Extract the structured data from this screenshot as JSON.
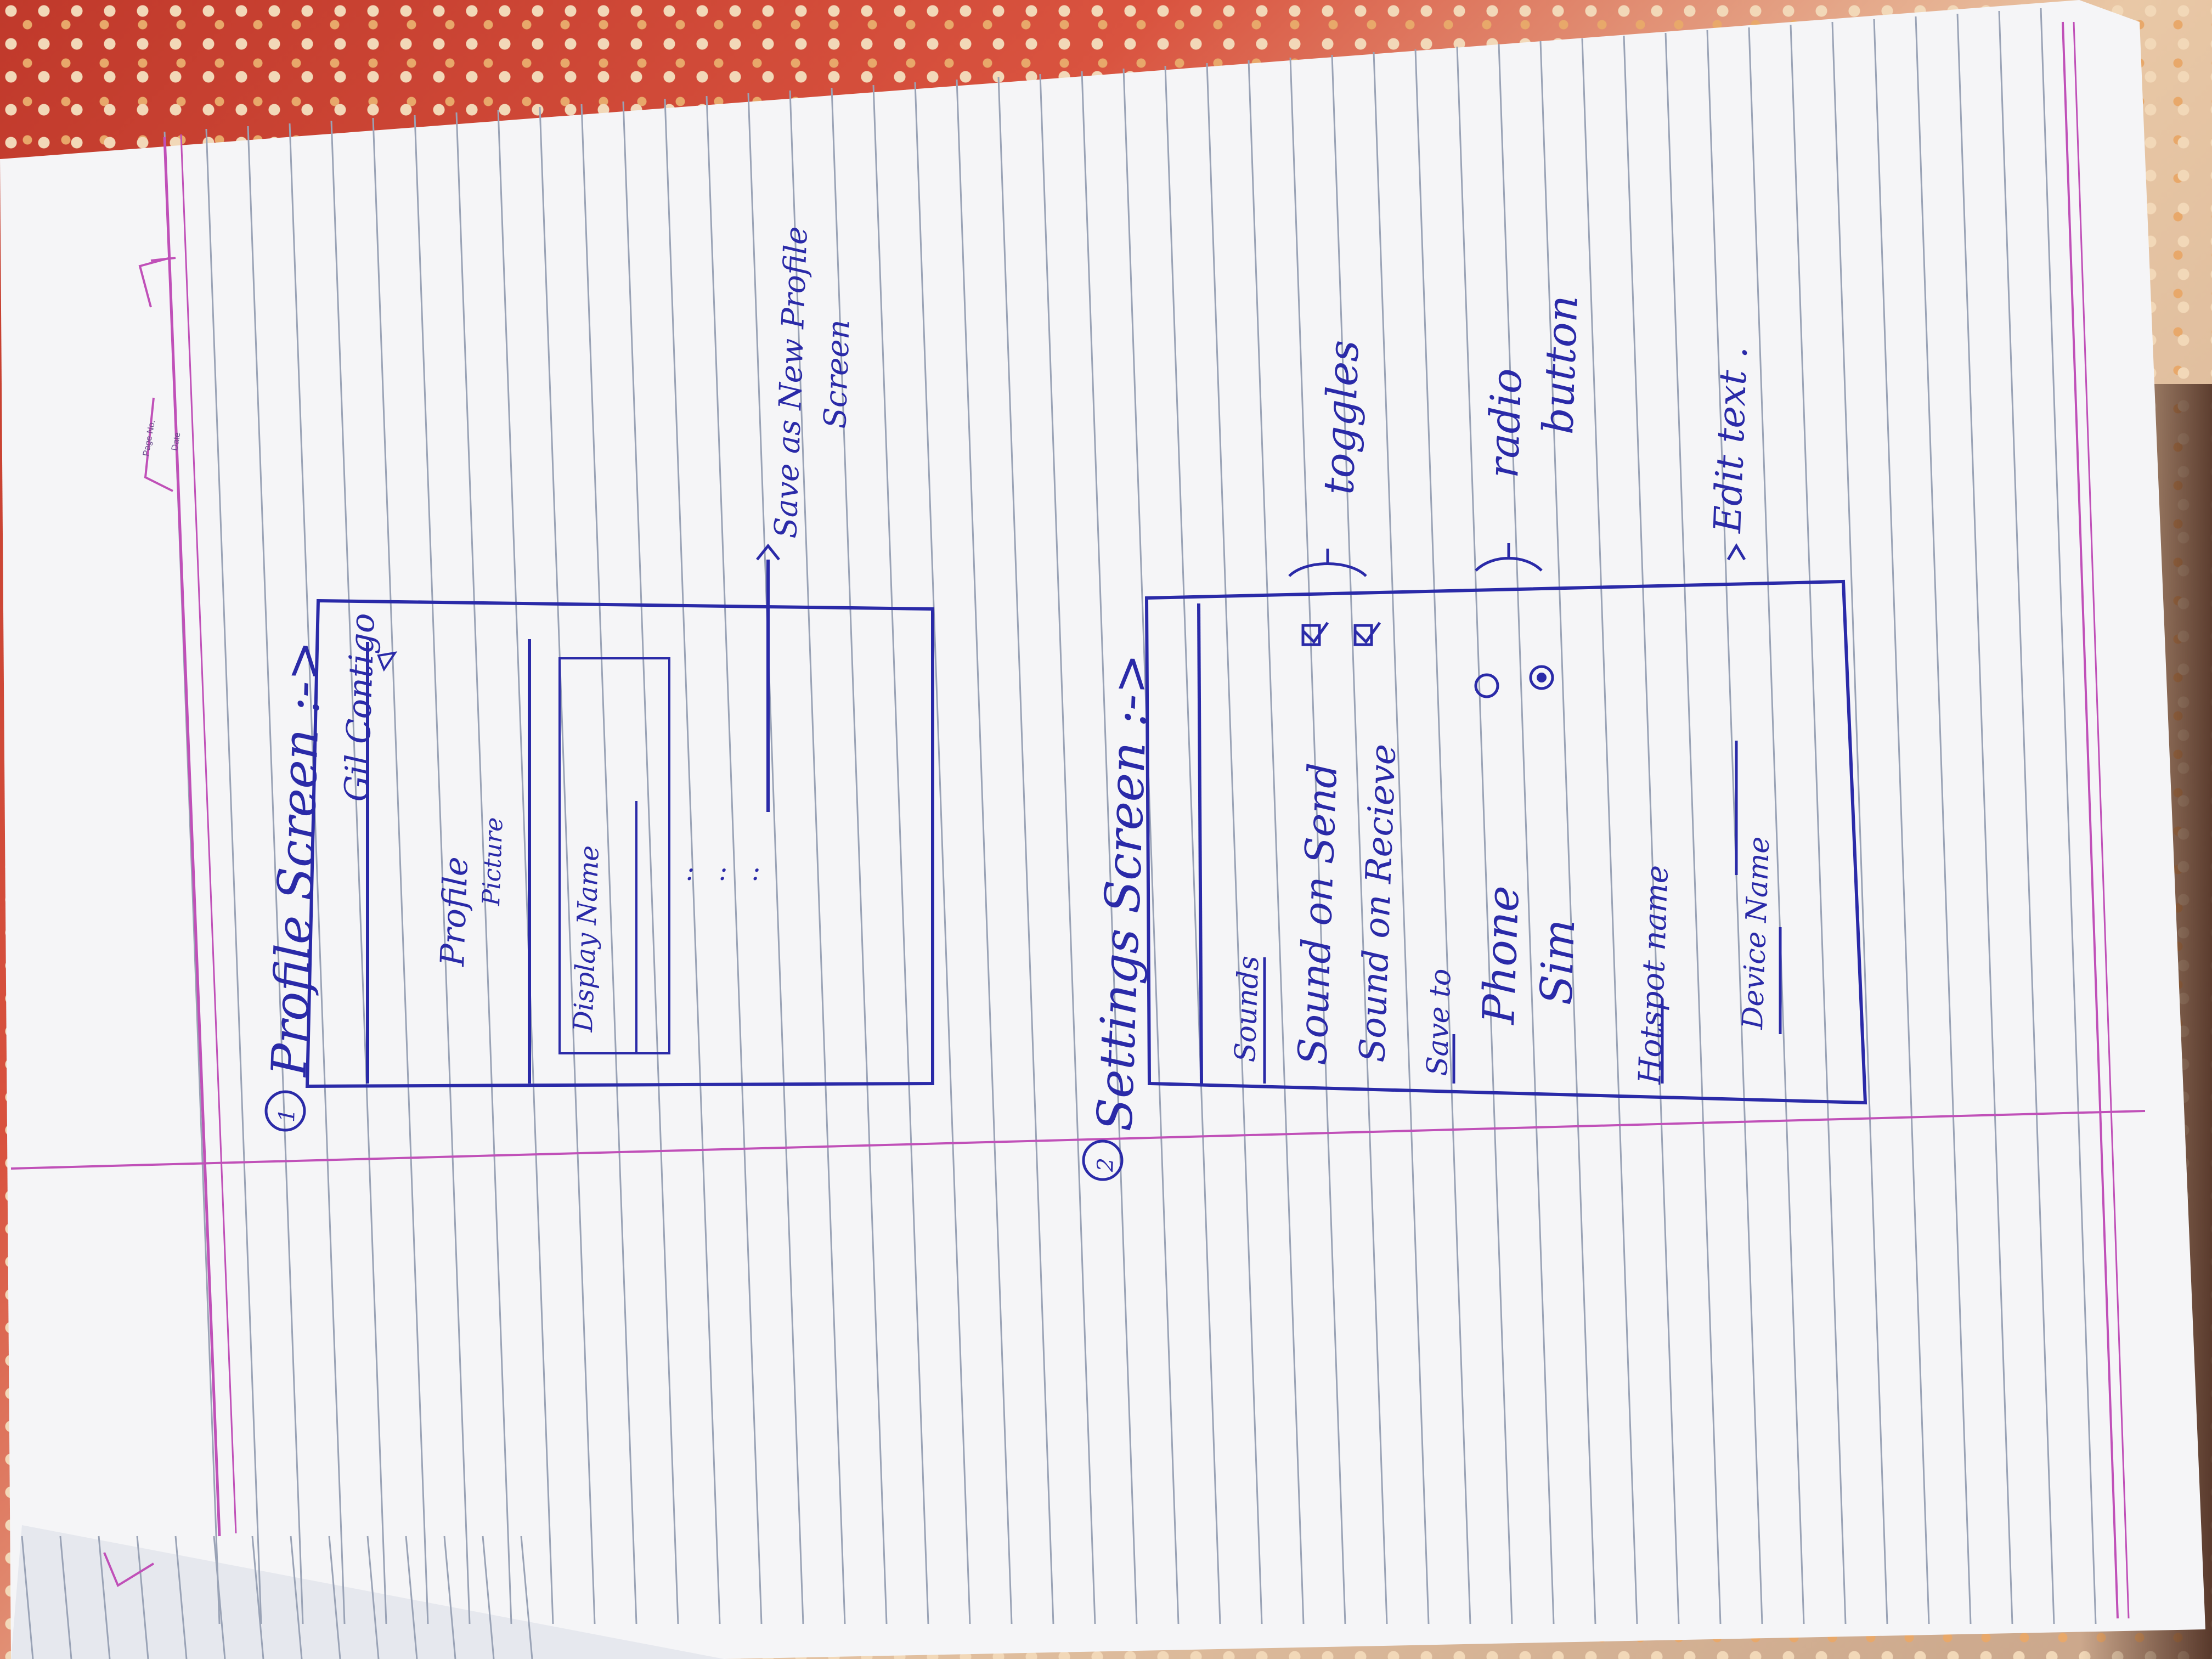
{
  "notebook_header": {
    "page_no_label": "Page No.",
    "date_label": "Date"
  },
  "profile_section": {
    "number": "1",
    "heading": "Profile Screen :->",
    "mockup": {
      "appbar_title": "Gil Contigo",
      "picture_label_line1": "Profile",
      "picture_label_line2": "Picture",
      "field_label": "Display Name",
      "dots": [
        ":",
        ":",
        ":"
      ]
    },
    "annotation_line1": "Save as New Profile",
    "annotation_line2": "Screen"
  },
  "settings_section": {
    "number": "2",
    "heading": "Settings Screen :->",
    "mockup": {
      "appbar_title": "Sounds",
      "toggle_rows": [
        {
          "label": "Sound on Send",
          "checked": true
        },
        {
          "label": "Sound on Recieve",
          "checked": true
        }
      ],
      "radio_group_title": "Save to",
      "radio_rows": [
        {
          "label": "Phone",
          "selected": false
        },
        {
          "label": "Sim",
          "selected": true
        }
      ],
      "hotspot_label": "Hotspot name",
      "device_label": "Device Name"
    },
    "annotation_toggles": "toggles",
    "annotation_radio_line1": "radio",
    "annotation_radio_line2": "button",
    "annotation_edit": "Edit text ."
  }
}
